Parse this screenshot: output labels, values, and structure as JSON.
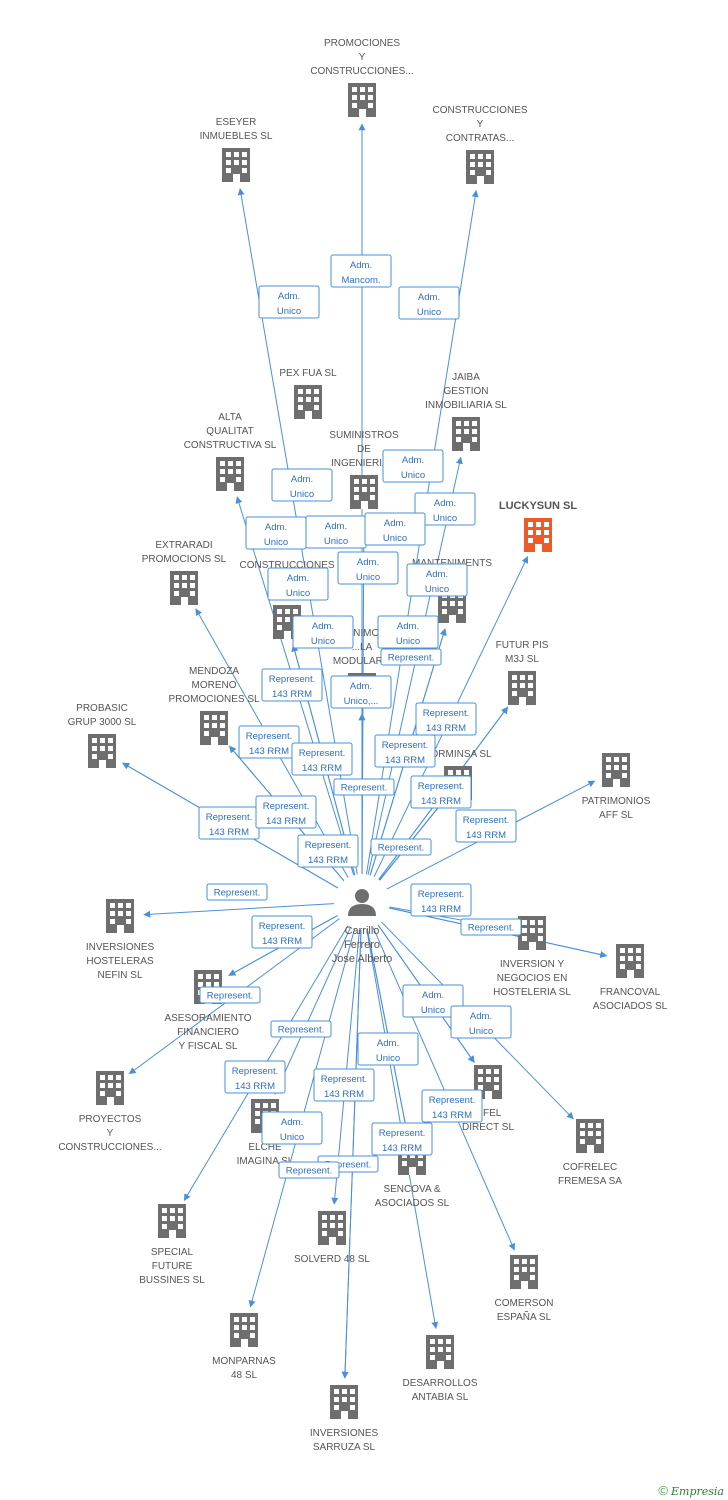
{
  "colors": {
    "edge": "#4a90d9",
    "building": "#6e6e6e",
    "building_highlight": "#f05a28",
    "label": "#555555"
  },
  "person": {
    "lines": [
      "Carrillo",
      "Ferrero",
      "Jose Alberto"
    ],
    "icon": "person-icon"
  },
  "companies": [
    {
      "id": "promociones-y-construcciones",
      "lines": [
        "PROMOCIONES",
        "Y",
        "CONSTRUCCIONES..."
      ]
    },
    {
      "id": "eseyer-inmuebles",
      "lines": [
        "ESEYER",
        "INMUEBLES SL"
      ]
    },
    {
      "id": "construcciones-y-contratas",
      "lines": [
        "CONSTRUCCIONES",
        "Y",
        "CONTRATAS..."
      ]
    },
    {
      "id": "pex-fua",
      "lines": [
        "PEX FUA SL"
      ]
    },
    {
      "id": "jaiba-gestion",
      "lines": [
        "JAIBA",
        "GESTION",
        "INMOBILIARIA SL"
      ]
    },
    {
      "id": "alta-qualitat",
      "lines": [
        "ALTA",
        "QUALITAT",
        "CONSTRUCTIVA SL"
      ]
    },
    {
      "id": "suministros-de-ingenieria",
      "lines": [
        "SUMINISTROS",
        "DE",
        "INGENIERIA..."
      ]
    },
    {
      "id": "luckysun",
      "lines": [
        "LUCKYSUN SL"
      ],
      "highlight": true
    },
    {
      "id": "extraradi",
      "lines": [
        "EXTRARADI",
        "PROMOCIONS SL"
      ]
    },
    {
      "id": "construcciones-dio",
      "lines": [
        "CONSTRUCCIONES",
        "DIO",
        "JIMEN..."
      ]
    },
    {
      "id": "manteniments",
      "lines": [
        "MANTENIMENTS",
        "SA"
      ]
    },
    {
      "id": "futur-pis",
      "lines": [
        "FUTUR PIS",
        "M3J SL"
      ]
    },
    {
      "id": "mendoza-moreno",
      "lines": [
        "MENDOZA",
        "MORENO",
        "PROMOCIONES SL"
      ]
    },
    {
      "id": "modular",
      "lines": [
        "...NIMO",
        "...LA",
        "MODULAR..."
      ]
    },
    {
      "id": "probasic",
      "lines": [
        "PROBASIC",
        "GRUP 3000 SL"
      ]
    },
    {
      "id": "patrimonios-aff",
      "lines": [
        "PATRIMONIOS",
        "AFF SL"
      ]
    },
    {
      "id": "forminsa",
      "lines": [
        "FORMINSA SL"
      ]
    },
    {
      "id": "inversiones-hosteleras",
      "lines": [
        "INVERSIONES",
        "HOSTELERAS",
        "NEFIN SL"
      ]
    },
    {
      "id": "inversion-negocios",
      "lines": [
        "INVERSION Y",
        "NEGOCIOS EN",
        "HOSTELERIA SL"
      ]
    },
    {
      "id": "francoval",
      "lines": [
        "FRANCOVAL",
        "ASOCIADOS SL"
      ]
    },
    {
      "id": "asesoramiento",
      "lines": [
        "ASESORAMIENTO",
        "FINANCIERO",
        "Y FISCAL SL"
      ]
    },
    {
      "id": "proyectos-y-construcciones",
      "lines": [
        "PROYECTOS",
        "Y",
        "CONSTRUCCIONES..."
      ]
    },
    {
      "id": "cofel-direct",
      "lines": [
        "...FEL",
        "DIRECT SL"
      ]
    },
    {
      "id": "elche-imagina",
      "lines": [
        "ELCHE",
        "IMAGINA SL"
      ]
    },
    {
      "id": "cofrelec",
      "lines": [
        "COFRELEC",
        "FREMESA SA"
      ]
    },
    {
      "id": "sencova",
      "lines": [
        "SENCOVA &",
        "ASOCIADOS SL"
      ]
    },
    {
      "id": "special-future",
      "lines": [
        "SPECIAL",
        "FUTURE",
        "BUSSINES SL"
      ]
    },
    {
      "id": "solverd",
      "lines": [
        "SOLVERD 48 SL"
      ]
    },
    {
      "id": "comerson",
      "lines": [
        "COMERSON",
        "ESPAÑA SL"
      ]
    },
    {
      "id": "monparnas",
      "lines": [
        "MONPARNAS",
        "48 SL"
      ]
    },
    {
      "id": "desarrollos-antabia",
      "lines": [
        "DESARROLLOS",
        "ANTABIA SL"
      ]
    },
    {
      "id": "inversiones-sarruza",
      "lines": [
        "INVERSIONES",
        "SARRUZA SL"
      ]
    }
  ],
  "edge_labels": [
    {
      "lines": [
        "Adm.",
        "Mancom."
      ]
    },
    {
      "lines": [
        "Adm.",
        "Unico"
      ]
    },
    {
      "lines": [
        "Adm.",
        "Unico"
      ]
    },
    {
      "lines": [
        "Adm.",
        "Unico"
      ]
    },
    {
      "lines": [
        "Adm.",
        "Unico"
      ]
    },
    {
      "lines": [
        "Adm.",
        "Unico"
      ]
    },
    {
      "lines": [
        "Adm.",
        "Unico"
      ]
    },
    {
      "lines": [
        "Adm.",
        "Unico"
      ]
    },
    {
      "lines": [
        "Adm.",
        "Unico"
      ]
    },
    {
      "lines": [
        "Adm.",
        "Unico"
      ]
    },
    {
      "lines": [
        "Adm.",
        "Unico"
      ]
    },
    {
      "lines": [
        "Adm.",
        "Unico"
      ]
    },
    {
      "lines": [
        "Adm.",
        "Unico"
      ]
    },
    {
      "lines": [
        "Adm.",
        "Unico"
      ]
    },
    {
      "lines": [
        "Represent."
      ]
    },
    {
      "lines": [
        "Represent.",
        "143 RRM"
      ]
    },
    {
      "lines": [
        "Adm.",
        "Unico,..."
      ]
    },
    {
      "lines": [
        "Represent.",
        "143 RRM"
      ]
    },
    {
      "lines": [
        "Represent.",
        "143 RRM"
      ]
    },
    {
      "lines": [
        "Represent.",
        "143 RRM"
      ]
    },
    {
      "lines": [
        "Represent.",
        "143 RRM"
      ]
    },
    {
      "lines": [
        "Represent."
      ]
    },
    {
      "lines": [
        "Represent.",
        "143 RRM"
      ]
    },
    {
      "lines": [
        "Represent.",
        "143 RRM"
      ]
    },
    {
      "lines": [
        "Represent.",
        "143 RRM"
      ]
    },
    {
      "lines": [
        "Represent.",
        "143 RRM"
      ]
    },
    {
      "lines": [
        "Represent."
      ]
    },
    {
      "lines": [
        "Represent.",
        "143 RRM"
      ]
    },
    {
      "lines": [
        "Represent."
      ]
    },
    {
      "lines": [
        "Represent."
      ]
    },
    {
      "lines": [
        "Represent.",
        "143 RRM"
      ]
    },
    {
      "lines": [
        "Represent."
      ]
    },
    {
      "lines": [
        "Represent.",
        "143 RRM"
      ]
    },
    {
      "lines": [
        "Adm.",
        "Unico"
      ]
    },
    {
      "lines": [
        "Represent.",
        "143 RRM"
      ]
    },
    {
      "lines": [
        "Adm.",
        "Unico"
      ]
    },
    {
      "lines": [
        "Adm.",
        "Unico"
      ]
    },
    {
      "lines": [
        "Represent.",
        "143 RRM"
      ]
    },
    {
      "lines": [
        "Adm.",
        "Unico"
      ]
    },
    {
      "lines": [
        "Represent.",
        "143 RRM"
      ]
    },
    {
      "lines": [
        "Represent."
      ]
    },
    {
      "lines": [
        "Represent."
      ]
    },
    {
      "lines": [
        "Represent.",
        "143 RRM"
      ]
    },
    {
      "lines": [
        "Represent."
      ]
    }
  ],
  "footer": {
    "copyright": "©",
    "brand": "Empresia"
  }
}
